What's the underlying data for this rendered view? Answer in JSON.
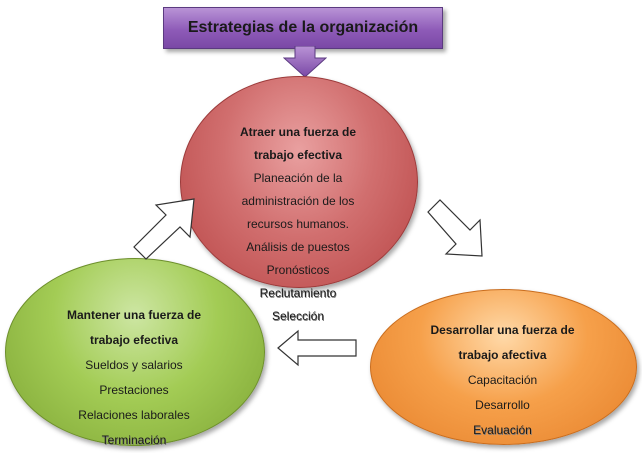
{
  "header": {
    "title": "Estrategias de la organización"
  },
  "top": {
    "title_line1": "Atraer una fuerza de",
    "title_line2": "trabajo efectiva",
    "items": [
      "Planeación de la",
      "administración de los",
      "recursos humanos.",
      "Análisis de puestos",
      "Pronósticos",
      "Reclutamiento",
      "Selección"
    ]
  },
  "left": {
    "title_line1": "Mantener una fuerza de",
    "title_line2": "trabajo efectiva",
    "items": [
      "Sueldos y salarios",
      "Prestaciones",
      "Relaciones laborales",
      "Terminación"
    ]
  },
  "right": {
    "title_line1": "Desarrollar una fuerza de",
    "title_line2": "trabajo afectiva",
    "items": [
      "Capacitación",
      "Desarrollo",
      "Evaluación"
    ]
  },
  "colors": {
    "header": "#8e5bb8",
    "top": "#d16f6f",
    "left": "#a3cc55",
    "right": "#f6a04a"
  }
}
